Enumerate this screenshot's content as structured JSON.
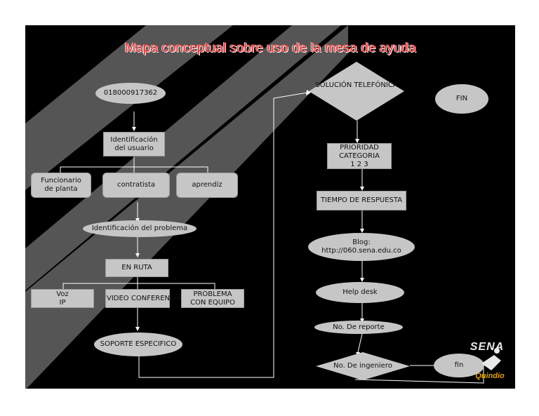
{
  "title": "Mapa conceptual sobre uso de la mesa de ayuda",
  "nodes": {
    "phone": "018000917362",
    "identificacion_usuario": "Identificación\ndel usuario",
    "funcionario": "Funcionario\nde planta",
    "contratista": "contratista",
    "aprendiz": "aprendiz",
    "identificacion_problema": "Identificación del problema",
    "en_ruta": "EN RUTA",
    "voz_ip": "Voz\nIP",
    "video_conferencia": "VIDEO CONFERENCIA",
    "problema_equipo": "PROBLEMA\nCON EQUIPO",
    "soporte": "SOPORTE ESPECIFICO",
    "solucion": "SOLUCIÓN TELEFÓNICA",
    "fin_top": "FIN",
    "prioridad": "PRIORIDAD\nCATEGORIA\n1 2 3",
    "tiempo": "TIEMPO DE RESPUESTA",
    "blog": "Blog:\nhttp://060.sena.edu.co",
    "help_desk": "Help desk",
    "reporte": "No. De reporte",
    "ingeniero": "No. De ingeniero",
    "fin_bottom": "fin"
  },
  "logo": {
    "name": "SENA",
    "region": "Quindio"
  },
  "colors": {
    "background": "#000000",
    "node_fill": "#c6c6c6",
    "title": "#e03030",
    "stripe": "#555555",
    "connector": "#ffffff",
    "logo_accent": "#e2a000"
  }
}
